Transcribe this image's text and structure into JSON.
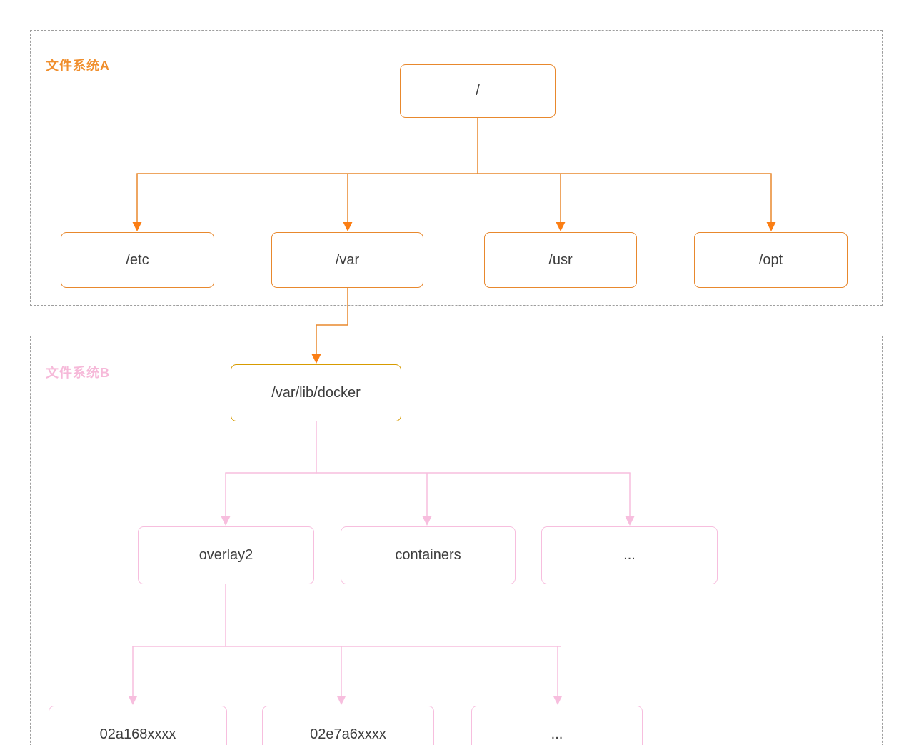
{
  "colors": {
    "orange_line": "#e8882d",
    "orange_arrow": "#fb7e14",
    "docker_box_border": "#d79b00",
    "pink_line": "#f7bede",
    "group_border": "#9e9e9e",
    "label_a_color": "#f08f2e",
    "label_b_color": "#f6b9d9",
    "node_text": "#3d3d3d"
  },
  "filesystem_a": {
    "label": "文件系统A",
    "root": "/",
    "children": [
      "/etc",
      "/var",
      "/usr",
      "/opt"
    ]
  },
  "filesystem_b": {
    "label": "文件系统B",
    "root": "/var/lib/docker",
    "level1": [
      "overlay2",
      "containers",
      "..."
    ],
    "level2": [
      "02a168xxxx",
      "02e7a6xxxx",
      "..."
    ]
  }
}
